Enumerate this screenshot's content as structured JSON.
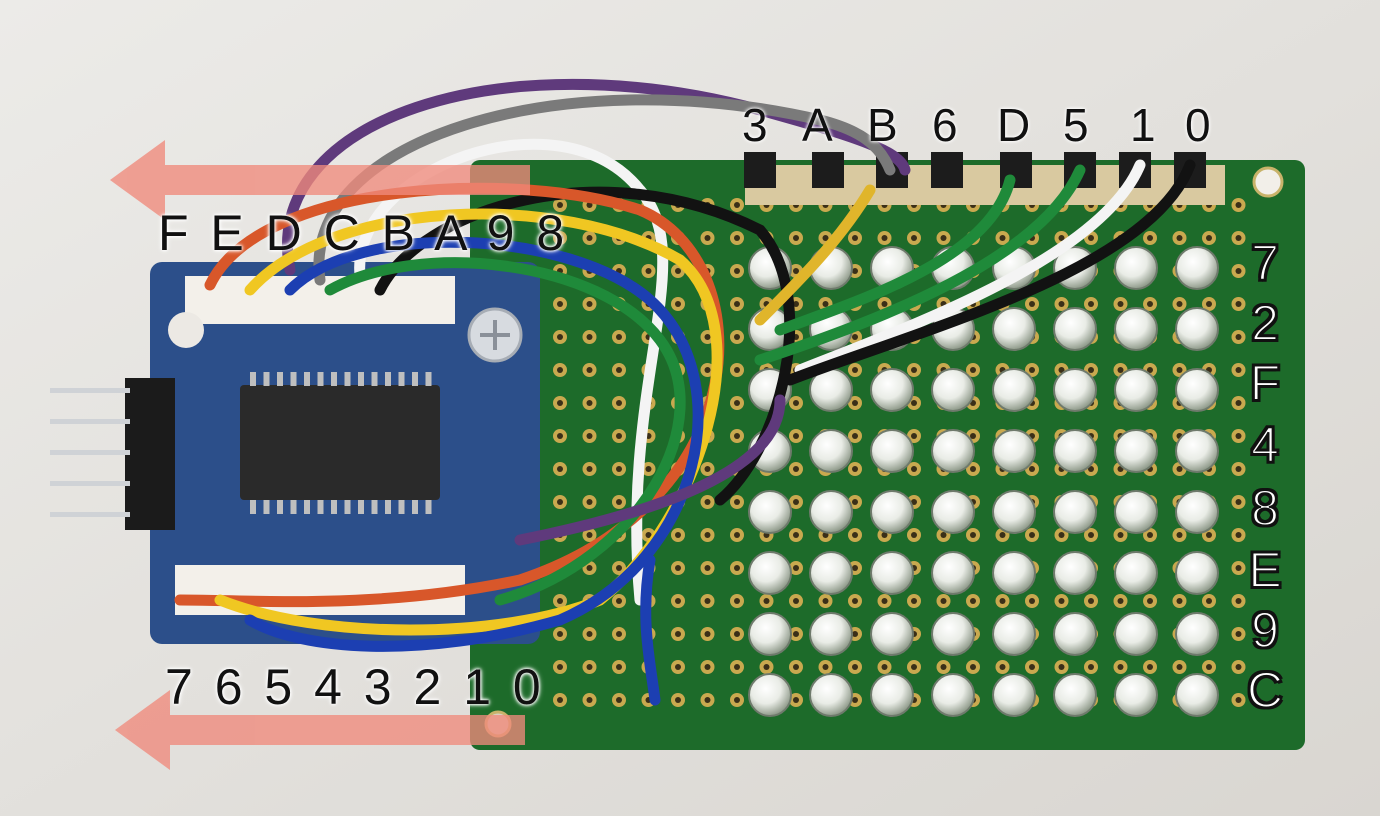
{
  "labels": {
    "top_left_sequence": "F E D C B A 9 8",
    "bottom_left_sequence": "7 6 5 4 3 2 1 0",
    "top_columns": [
      "3",
      "A",
      "B",
      "6",
      "D",
      "5",
      "1",
      "0"
    ],
    "right_rows": [
      "7",
      "2",
      "F",
      "4",
      "8",
      "E",
      "9",
      "C"
    ]
  },
  "colors": {
    "background": "#e6e3df",
    "pcb": "#1d6b2a",
    "module": "#2c4f8a",
    "arrow": "#f08a7c",
    "led": "#e9ece6"
  },
  "led_grid": {
    "rows": 8,
    "cols": 8
  }
}
